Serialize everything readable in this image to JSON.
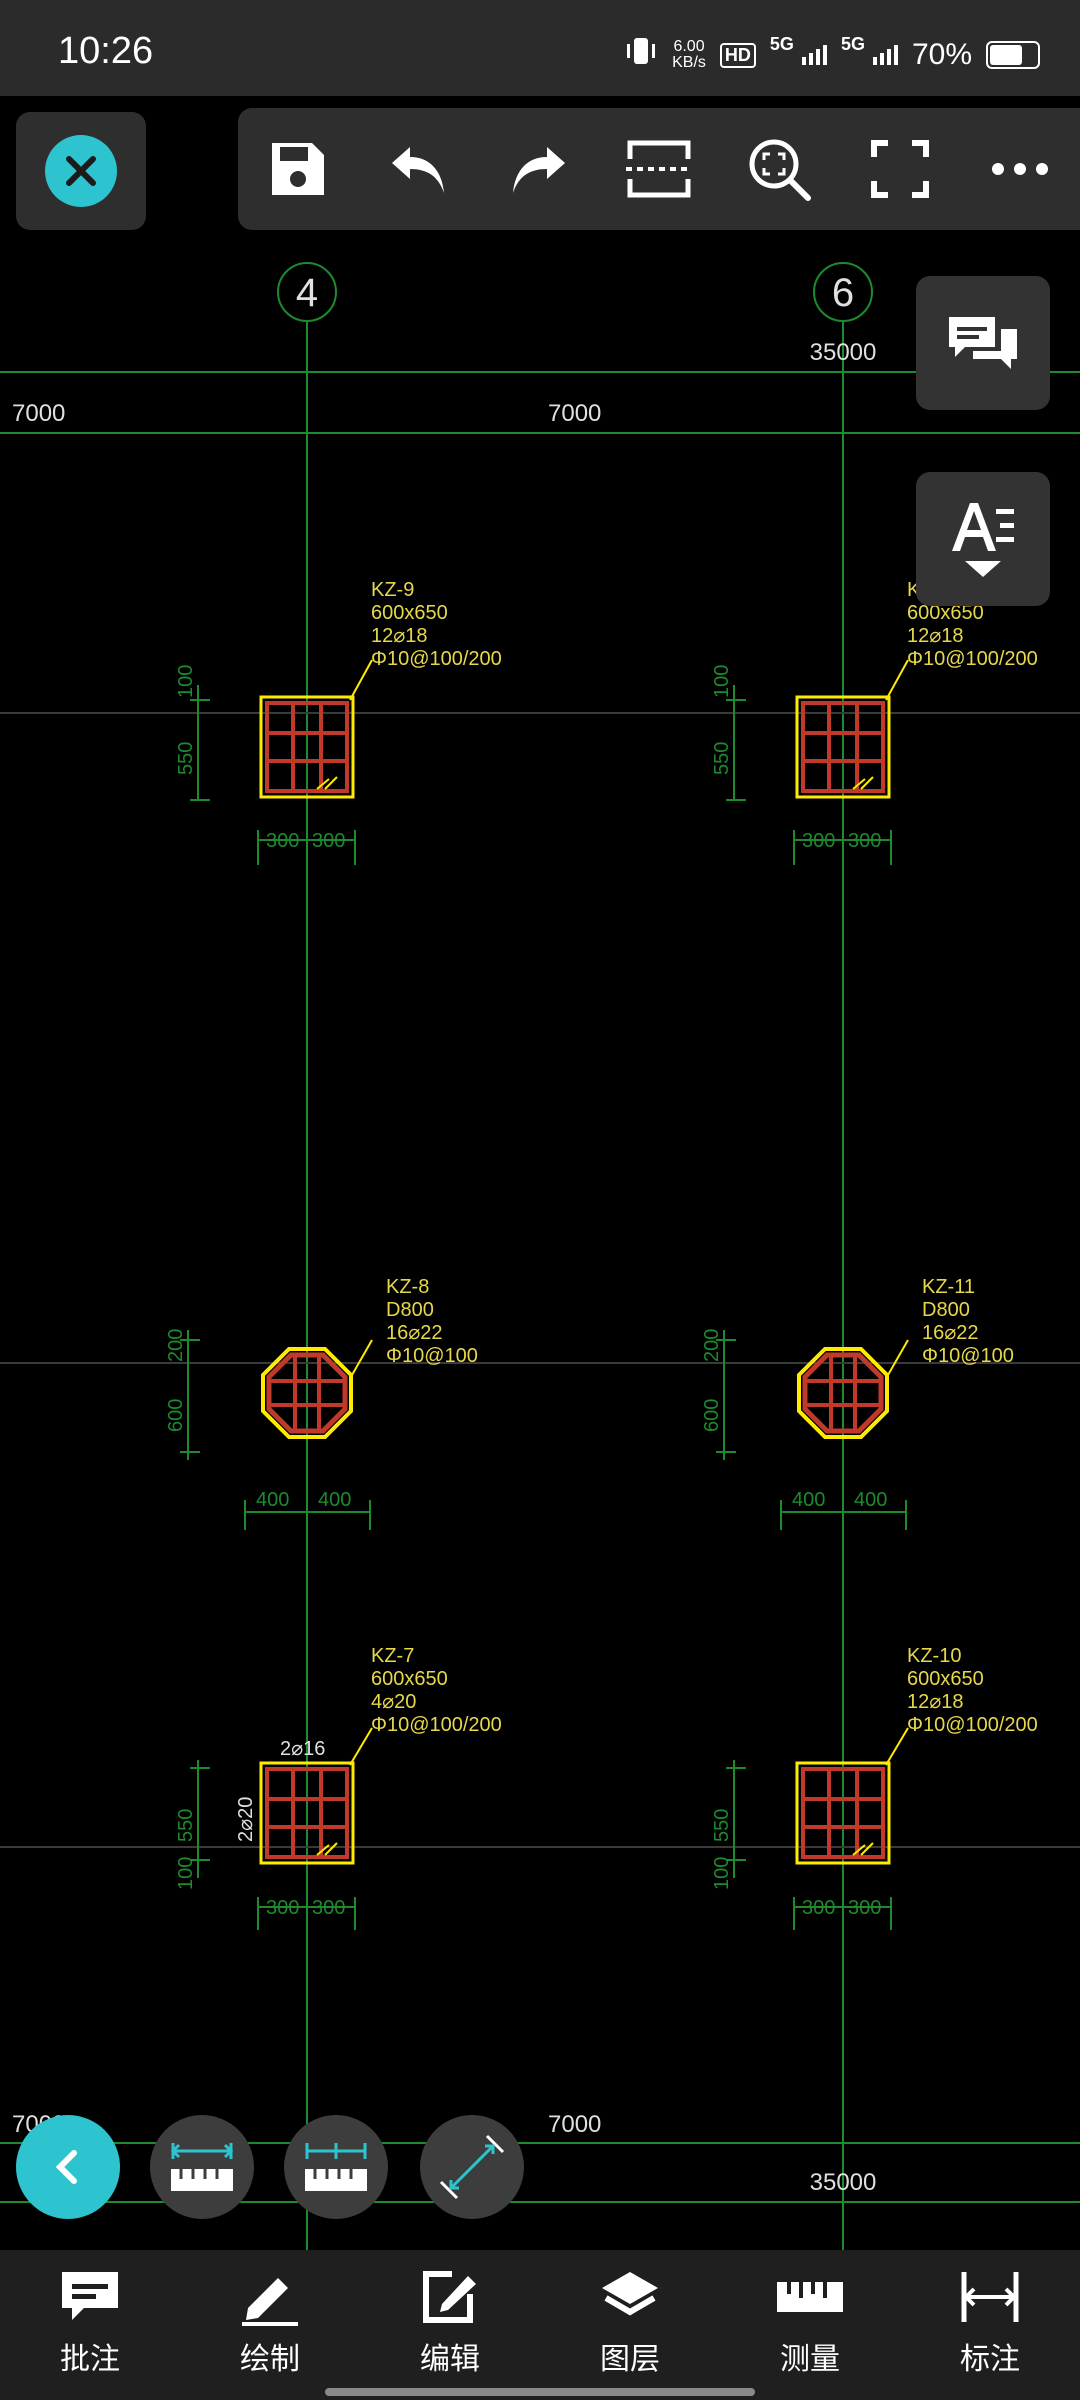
{
  "status_bar": {
    "time": "10:26",
    "net_speed_value": "6.00",
    "net_speed_unit": "KB/s",
    "hd_label": "HD",
    "sim1": "5G",
    "sim2": "5G",
    "battery_percent": "70%",
    "battery_level": 0.7
  },
  "toolbar": {
    "icons": [
      "close-icon",
      "save-icon",
      "undo-icon",
      "redo-icon",
      "crop-scan-icon",
      "zoom-window-icon",
      "fullscreen-icon",
      "more-icon"
    ]
  },
  "drawing": {
    "axes": {
      "left": "4",
      "right": "6"
    },
    "dims": {
      "top_total": "35000",
      "bottom_total": "35000",
      "span_left": "7000",
      "span_mid": "7000",
      "span_bottom_left": "7000",
      "span_bottom_mid": "7000"
    },
    "columns": {
      "kz9": {
        "name": "KZ-9",
        "size": "600x650",
        "rebar": "12⌀18",
        "stirrup": "Φ10@100/200"
      },
      "kz_tr": {
        "name": "K",
        "size": "600x650",
        "rebar": "12⌀18",
        "stirrup": "Φ10@100/200"
      },
      "kz8": {
        "name": "KZ-8",
        "size": "D800",
        "rebar": "16⌀22",
        "stirrup": "Φ10@100"
      },
      "kz11": {
        "name": "KZ-11",
        "size": "D800",
        "rebar": "16⌀22",
        "stirrup": "Φ10@100"
      },
      "kz7": {
        "name": "KZ-7",
        "size": "600x650",
        "rebar": "4⌀20",
        "stirrup": "Φ10@100/200",
        "side_top": "2⌀16",
        "side_left": "2⌀20"
      },
      "kz10": {
        "name": "KZ-10",
        "size": "600x650",
        "rebar": "12⌀18",
        "stirrup": "Φ10@100/200"
      }
    },
    "dim_labels": {
      "d100": "100",
      "d550": "550",
      "d300": "300",
      "d200": "200",
      "d600": "600",
      "d400": "400"
    }
  },
  "bottom_nav": [
    {
      "label": "批注",
      "icon": "annotation-icon"
    },
    {
      "label": "绘制",
      "icon": "draw-icon"
    },
    {
      "label": "编辑",
      "icon": "edit-icon"
    },
    {
      "label": "图层",
      "icon": "layers-icon"
    },
    {
      "label": "测量",
      "icon": "measure-icon"
    },
    {
      "label": "标注",
      "icon": "dimension-icon"
    }
  ]
}
